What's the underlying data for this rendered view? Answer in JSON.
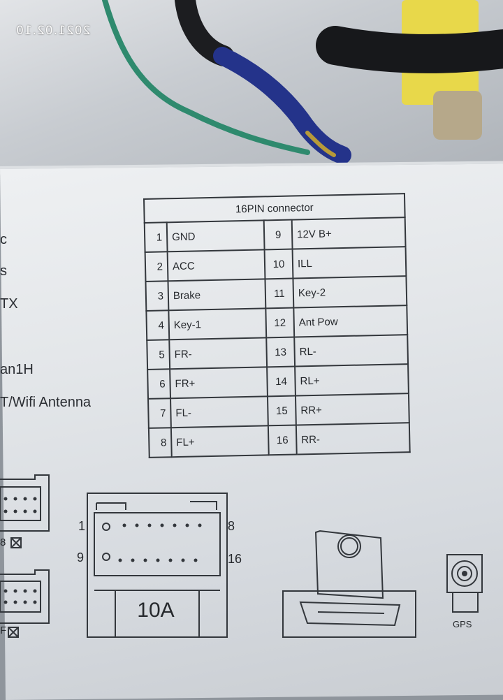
{
  "timestamp": "2021.02.10",
  "side_labels": [
    "c",
    "s",
    "TX",
    "an1H",
    "T/Wifi Antenna"
  ],
  "table": {
    "title": "16PIN connector",
    "rows": [
      {
        "left_num": "1",
        "left_name": "GND",
        "right_num": "9",
        "right_name": "12V B+"
      },
      {
        "left_num": "2",
        "left_name": "ACC",
        "right_num": "10",
        "right_name": "ILL"
      },
      {
        "left_num": "3",
        "left_name": "Brake",
        "right_num": "11",
        "right_name": "Key-2"
      },
      {
        "left_num": "4",
        "left_name": "Key-1",
        "right_num": "12",
        "right_name": "Ant Pow"
      },
      {
        "left_num": "5",
        "left_name": "FR-",
        "right_num": "13",
        "right_name": "RL-"
      },
      {
        "left_num": "6",
        "left_name": "FR+",
        "right_num": "14",
        "right_name": "RL+"
      },
      {
        "left_num": "7",
        "left_name": "FL-",
        "right_num": "15",
        "right_name": "RR+"
      },
      {
        "left_num": "8",
        "left_name": "FL+",
        "right_num": "16",
        "right_name": "RR-"
      }
    ]
  },
  "connector": {
    "pin_1": "1",
    "pin_8": "8",
    "pin_9": "9",
    "pin_16": "16",
    "fuse": "10A"
  },
  "small_connectors": {
    "upper_mark": "8",
    "lower_mark": "F"
  },
  "gps_label": "GPS",
  "colors": {
    "label_bg": "#e5e8eb",
    "ink": "#2b2e33",
    "yellow_plug": "#e8d84a",
    "green_wire": "#2f8a6e",
    "blue_wire": "#24338a",
    "black_cable": "#1c1d20"
  }
}
